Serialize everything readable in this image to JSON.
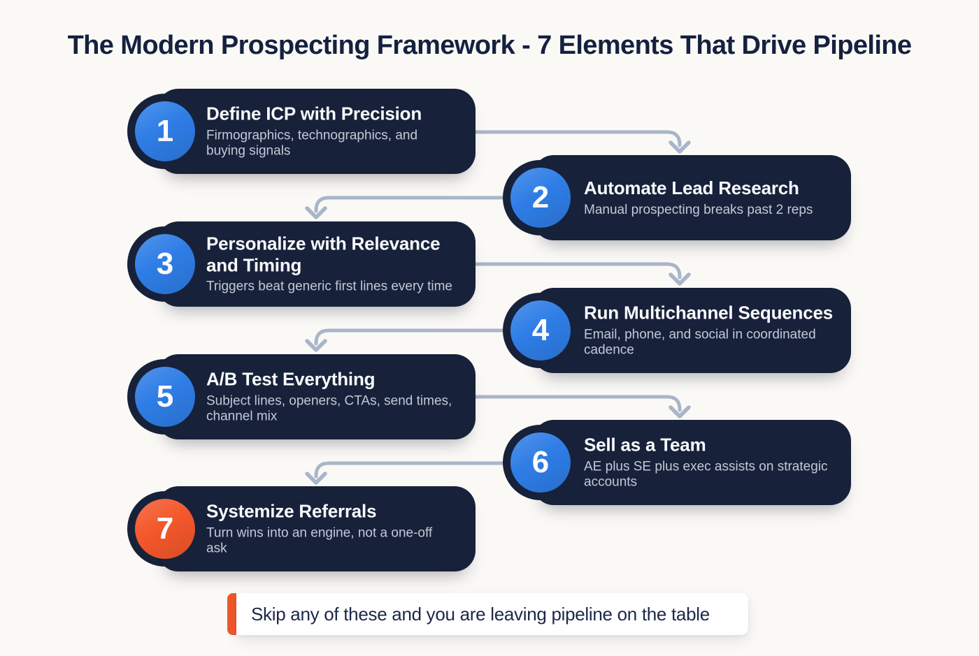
{
  "title": "The Modern Prospecting Framework - 7 Elements That Drive Pipeline",
  "steps": [
    {
      "number": "1",
      "title": "Define ICP with Precision",
      "description": "Firmographics, technographics, and buying signals",
      "badge_color": "#2e7de6",
      "side": "left"
    },
    {
      "number": "2",
      "title": "Automate Lead Research",
      "description": "Manual prospecting breaks past 2 reps",
      "badge_color": "#2e7de6",
      "side": "right"
    },
    {
      "number": "3",
      "title": "Personalize with Relevance and Timing",
      "description": "Triggers beat generic first lines every time",
      "badge_color": "#2e7de6",
      "side": "left"
    },
    {
      "number": "4",
      "title": "Run Multichannel Sequences",
      "description": "Email, phone, and social in coordinated cadence",
      "badge_color": "#2e7de6",
      "side": "right"
    },
    {
      "number": "5",
      "title": "A/B Test Everything",
      "description": "Subject lines, openers, CTAs, send times, channel mix",
      "badge_color": "#2e7de6",
      "side": "left"
    },
    {
      "number": "6",
      "title": "Sell as a Team",
      "description": "AE plus SE plus exec assists on strategic accounts",
      "badge_color": "#2e7de6",
      "side": "right"
    },
    {
      "number": "7",
      "title": "Systemize Referrals",
      "description": "Turn wins into an engine, not a one-off ask",
      "badge_color": "#f4572b",
      "side": "left"
    }
  ],
  "callout": {
    "text": "Skip any of these and you are leaving pipeline on the table",
    "accent_color": "#f0582b"
  },
  "colors": {
    "background": "#fbf9f6",
    "card_background": "#17213a",
    "card_title_text": "#f8fafc",
    "card_subtitle_text": "#c3c9d6",
    "page_title_text": "#14213f",
    "connector": "#a9b5c8",
    "badge_blue": "#2e7de6",
    "badge_orange": "#f4572b",
    "callout_background": "#ffffff",
    "callout_text": "#1b2947"
  }
}
